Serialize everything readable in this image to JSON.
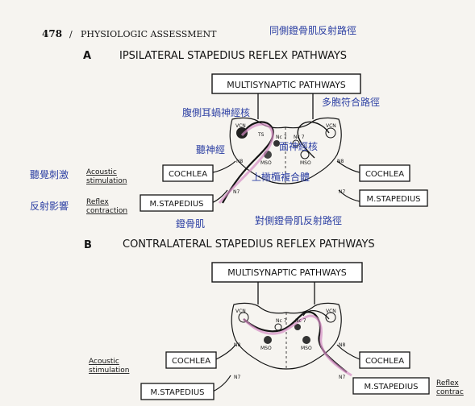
{
  "page_header": {
    "page_number": "478",
    "separator": "/",
    "section": "PHYSIOLOGIC ASSESSMENT",
    "handwritten_title": "同側鐙骨肌反射路徑"
  },
  "panel_a": {
    "letter": "A",
    "title": "IPSILATERAL STAPEDIUS REFLEX PATHWAYS",
    "multisynaptic": "MULTISYNAPTIC PATHWAYS",
    "cochlea_left": "COCHLEA",
    "cochlea_right": "COCHLEA",
    "stapedius_left": "M.STAPEDIUS",
    "stapedius_right": "M.STAPEDIUS",
    "acoustic_label_1": "Acoustic",
    "acoustic_label_2": "stimulation",
    "reflex_label_1": "Reflex",
    "reflex_label_2": "contraction",
    "nuclei": {
      "vcn": "VCN",
      "ts": "TS",
      "mso": "MSO",
      "nc7": "Nc 7",
      "n8": "N8",
      "n7": "N7"
    },
    "handwritten_notes": {
      "ventral_cochlear": "腹側耳蝸神經核",
      "multisynaptic_note": "多胞符合路徑",
      "auditory_nerve": "聽神經",
      "facial_nucleus": "面神經核",
      "superior_olive": "上橄欖複合體",
      "stimulus_note": "聽覺刺激",
      "reflex_note": "反射影響",
      "stapedius_note": "鐙骨肌"
    }
  },
  "panel_b": {
    "letter": "B",
    "title": "CONTRALATERAL STAPEDIUS REFLEX PATHWAYS",
    "handwritten_title": "對側鐙骨肌反射路徑",
    "multisynaptic": "MULTISYNAPTIC PATHWAYS",
    "cochlea_left": "COCHLEA",
    "cochlea_right": "COCHLEA",
    "stapedius_left": "M.STAPEDIUS",
    "stapedius_right": "M.STAPEDIUS",
    "acoustic_label_1": "Acoustic",
    "acoustic_label_2": "stimulation",
    "reflex_label_1": "Reflex",
    "reflex_label_2": "contrac",
    "nuclei": {
      "vcn": "VCN",
      "mso": "MSO",
      "nc7": "Nc 7",
      "n8": "N8",
      "n7": "N7"
    }
  },
  "colors": {
    "ink": "#141414",
    "pen": "#2c3fa3",
    "highlight": "#d48bc3",
    "paper": "#f6f4f0"
  }
}
